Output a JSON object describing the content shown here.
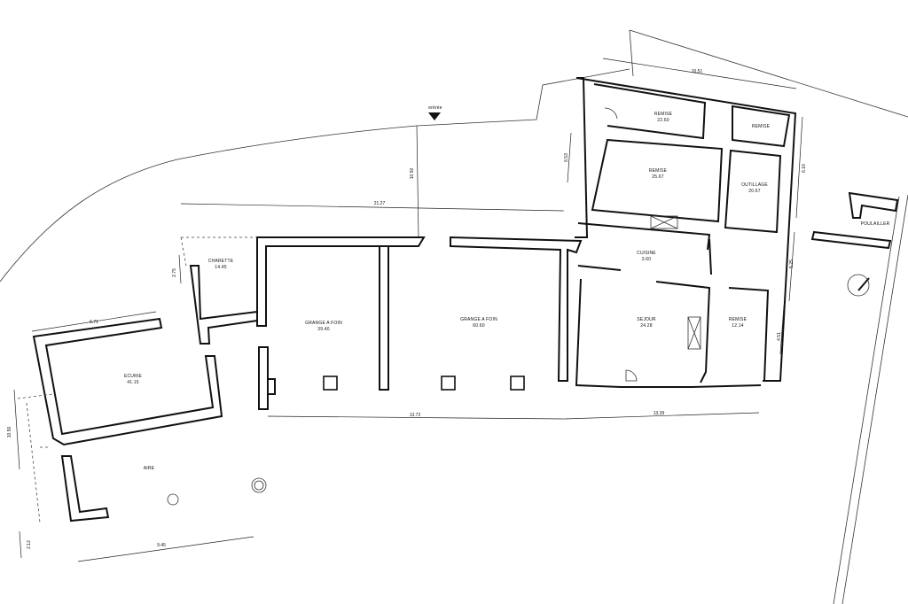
{
  "entrance": {
    "label": "entrée"
  },
  "rooms": [
    {
      "id": "remise-1",
      "name": "REMISE",
      "area": "22.60"
    },
    {
      "id": "remise-2",
      "name": "REMISE",
      "area": ""
    },
    {
      "id": "remise-3",
      "name": "REMISE",
      "area": "25.67"
    },
    {
      "id": "outillage",
      "name": "OUTILLAGE",
      "area": "20.67"
    },
    {
      "id": "poulailler",
      "name": "POULAILLER",
      "area": ""
    },
    {
      "id": "charette",
      "name": "CHARETTE",
      "area": "14.45"
    },
    {
      "id": "grange-1",
      "name": "GRANGE A FOIN",
      "area": "39.40"
    },
    {
      "id": "grange-2",
      "name": "GRANGE A FOIN",
      "area": "60.60"
    },
    {
      "id": "cuisine",
      "name": "CUISINE",
      "area": "3.60"
    },
    {
      "id": "sejour",
      "name": "SEJOUR",
      "area": "24.28"
    },
    {
      "id": "remise-4",
      "name": "REMISE",
      "area": "12.14"
    },
    {
      "id": "ecurie",
      "name": "ECURIE",
      "area": "41.15"
    },
    {
      "id": "aire",
      "name": "AIRE",
      "area": ""
    }
  ],
  "dimensions": {
    "top_width": "10.51",
    "main_width": "21.27",
    "bottom_left": "13.72",
    "bottom_right": "13.39",
    "ecurie_width": "6.71",
    "aire_width": "9.45",
    "entrance_depth": "10.50",
    "left_depth": "10.50",
    "small_left": "2.12",
    "charette_depth": "2.75",
    "right_top": "6.16",
    "right_mid": "5.25",
    "right_low": "4.51",
    "center_mid": "6.53"
  }
}
